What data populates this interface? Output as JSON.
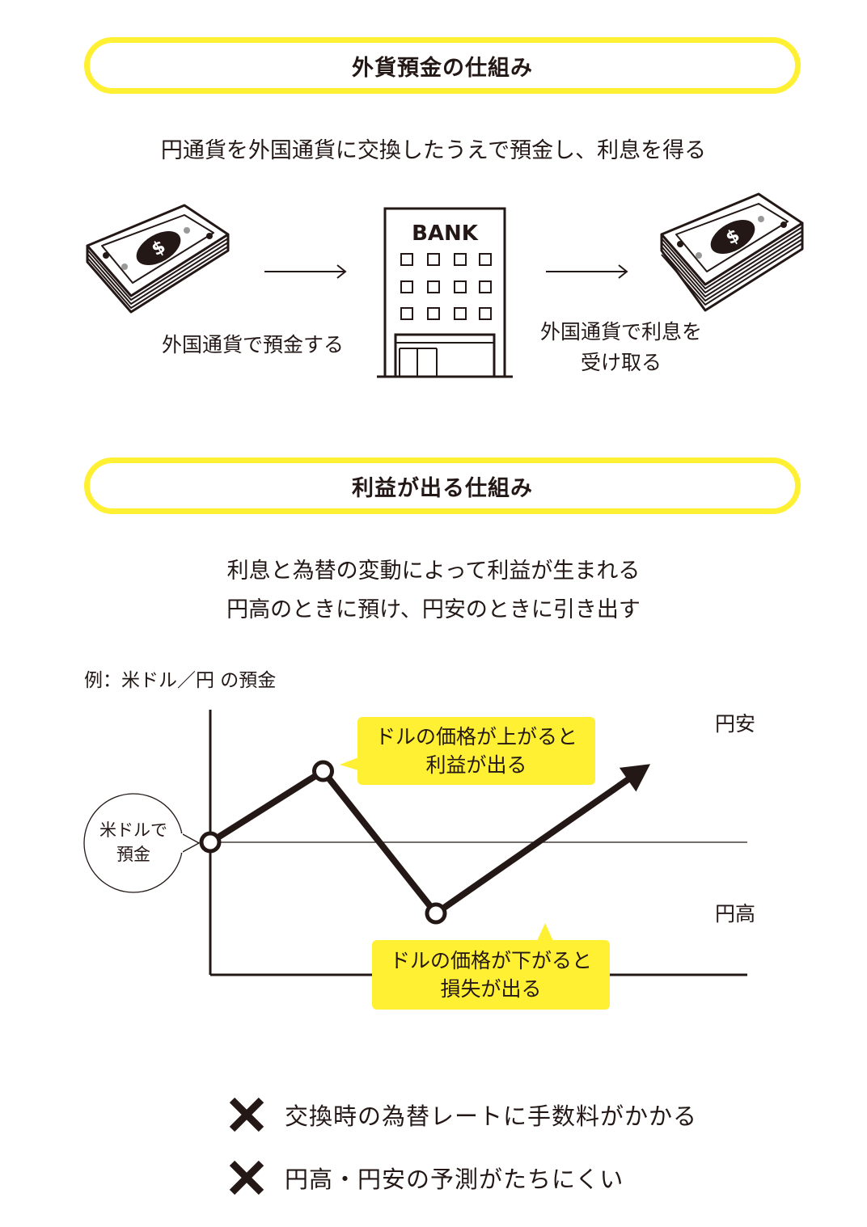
{
  "section1": {
    "title": "外貨預金の仕組み",
    "subtitle": "円通貨を外国通貨に交換したうえで預金し、利息を得る",
    "bank_label": "BANK",
    "step1_label": "外国通貨で預金する",
    "step2_line1": "外国通貨で利息を",
    "step2_line2": "受け取る",
    "money_symbol": "$"
  },
  "section2": {
    "title": "利益が出る仕組み",
    "subtitle_line1": "利息と為替の変動によって利益が生まれる",
    "subtitle_line2": "円高のときに預け、円安のときに引き出す"
  },
  "chart": {
    "example_label": "例：米ドル／円 の預金",
    "top_label": "円安",
    "bottom_label": "円高",
    "start_bubble_line1": "米ドルで",
    "start_bubble_line2": "預金",
    "up_callout_line1": "ドルの価格が上がると",
    "up_callout_line2": "利益が出る",
    "down_callout_line1": "ドルの価格が下がると",
    "down_callout_line2": "損失が出る"
  },
  "chart_data": {
    "type": "line",
    "points": [
      {
        "x": 0,
        "y": 0
      },
      {
        "x": 1,
        "y": 1
      },
      {
        "x": 2,
        "y": -1
      },
      {
        "x": 3.9,
        "y": 1.1
      }
    ],
    "baseline": 0,
    "ylim": [
      -2,
      2
    ]
  },
  "cons": [
    {
      "icon": "cross-icon",
      "text": "交換時の為替レートに手数料がかかる"
    },
    {
      "icon": "cross-icon",
      "text": "円高・円安の予測がたちにくい"
    }
  ],
  "colors": {
    "accent": "#fff033",
    "ink": "#231815"
  }
}
